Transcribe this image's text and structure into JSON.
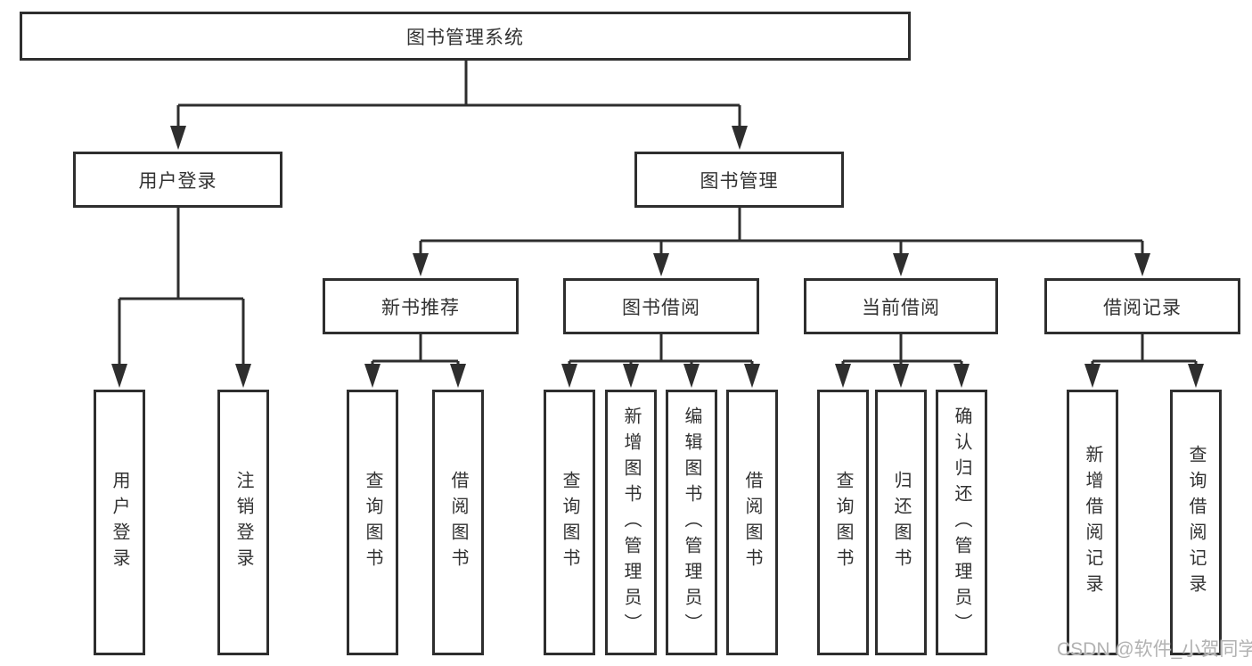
{
  "tree": {
    "root": {
      "label": "图书管理系统",
      "children": [
        {
          "label": "用户登录",
          "children": [
            {
              "label": "用户登录"
            },
            {
              "label": "注销登录"
            }
          ]
        },
        {
          "label": "图书管理",
          "children": [
            {
              "label": "新书推荐",
              "children": [
                {
                  "label": "查询图书"
                },
                {
                  "label": "借阅图书"
                }
              ]
            },
            {
              "label": "图书借阅",
              "children": [
                {
                  "label": "查询图书"
                },
                {
                  "label": "新增图书（管理员）"
                },
                {
                  "label": "编辑图书（管理员）"
                },
                {
                  "label": "借阅图书"
                }
              ]
            },
            {
              "label": "当前借阅",
              "children": [
                {
                  "label": "查询图书"
                },
                {
                  "label": "归还图书"
                },
                {
                  "label": "确认归还（管理员）"
                }
              ]
            },
            {
              "label": "借阅记录",
              "children": [
                {
                  "label": "新增借阅记录"
                },
                {
                  "label": "查询借阅记录"
                }
              ]
            }
          ]
        }
      ]
    }
  },
  "watermark": {
    "text": "CSDN @软件_小贺同学"
  },
  "colors": {
    "line": "#2e2e2e",
    "box_border": "#2e2e2e",
    "text": "#323232",
    "watermark": "#b2b2b2",
    "background": "#ffffff"
  }
}
